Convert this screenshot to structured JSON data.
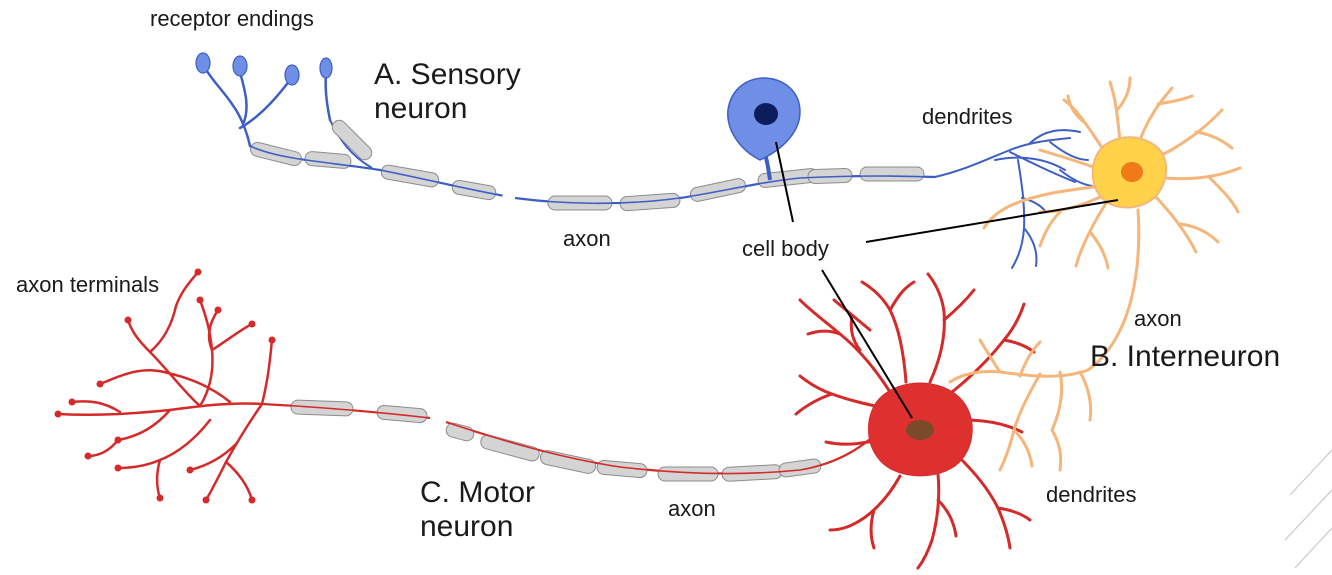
{
  "labels": {
    "receptor_endings": "receptor endings",
    "sensory_line1": "A. Sensory",
    "sensory_line2": "neuron",
    "dendrites_top": "dendrites",
    "axon_sensory": "axon",
    "cell_body": "cell body",
    "axon_terminals": "axon terminals",
    "axon_inter": "axon",
    "interneuron": "B. Interneuron",
    "motor_line1": "C. Motor",
    "motor_line2": "neuron",
    "axon_motor": "axon",
    "dendrites_bottom": "dendrites"
  },
  "colors": {
    "sensory": "#3d5fc4",
    "sensory_soma": "#6f8fe6",
    "sensory_nucleus": "#0c1d5c",
    "interneuron": "#f6b57a",
    "interneuron_soma": "#ffd24a",
    "interneuron_nucleus": "#f07a18",
    "motor": "#d42a2a",
    "motor_soma": "#df3030",
    "motor_nucleus": "#7a4a2a",
    "myelin": "#d4d4d4",
    "myelin_edge": "#8c8c8c",
    "leader": "#000000"
  }
}
